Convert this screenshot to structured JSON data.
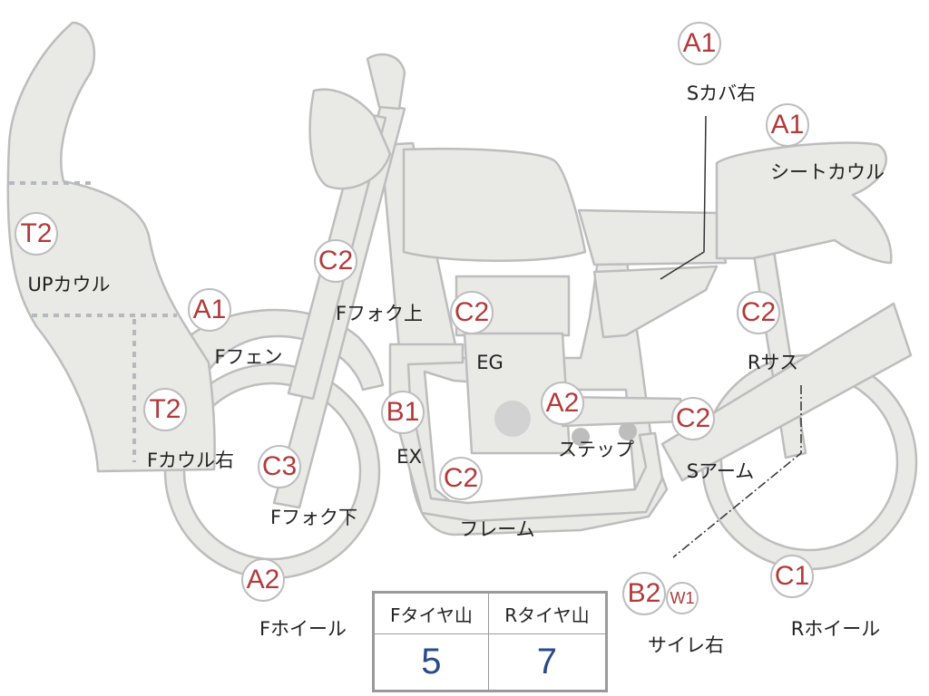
{
  "parts": [
    {
      "id": "s-cover-right",
      "code": "A1",
      "label": "Sカバ右"
    },
    {
      "id": "seat-cowl",
      "code": "A1",
      "label": "シートカウル"
    },
    {
      "id": "up-cowl",
      "code": "T2",
      "label": "UPカウル"
    },
    {
      "id": "f-fender",
      "code": "A1",
      "label": "Fフェン"
    },
    {
      "id": "f-fork-upper",
      "code": "C2",
      "label": "Fフォク上"
    },
    {
      "id": "engine",
      "code": "C2",
      "label": "EG"
    },
    {
      "id": "r-suspension",
      "code": "C2",
      "label": "Rサス"
    },
    {
      "id": "f-cowl-right",
      "code": "T2",
      "label": "Fカウル右"
    },
    {
      "id": "exhaust",
      "code": "B1",
      "label": "EX"
    },
    {
      "id": "step",
      "code": "A2",
      "label": "ステップ"
    },
    {
      "id": "s-arm",
      "code": "C2",
      "label": "Sアーム"
    },
    {
      "id": "f-fork-lower",
      "code": "C3",
      "label": "Fフォク下"
    },
    {
      "id": "frame",
      "code": "C2",
      "label": "フレーム"
    },
    {
      "id": "f-wheel",
      "code": "A2",
      "label": "Fホイール"
    },
    {
      "id": "silencer-right",
      "code": "B2",
      "extra_code": "W1",
      "label": "サイレ右"
    },
    {
      "id": "r-wheel",
      "code": "C1",
      "label": "Rホイール"
    }
  ],
  "tire_table": {
    "headers": [
      "Fタイヤ山",
      "Rタイヤ山"
    ],
    "values": [
      "5",
      "7"
    ]
  },
  "colors": {
    "body_fill": "#e9e9e6",
    "outline": "#bdbdbd",
    "code_text": "#b23a3a",
    "value_text": "#2a4a8a"
  }
}
